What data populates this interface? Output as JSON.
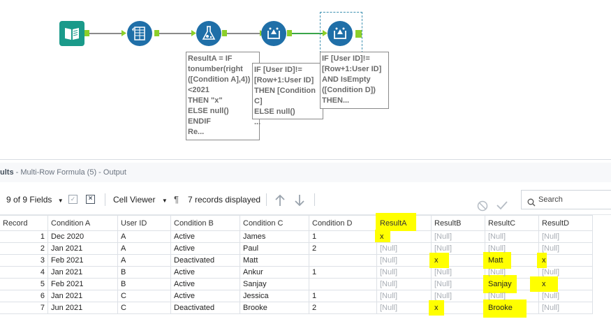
{
  "workflow": {
    "annotations": [
      "ResultA = IF\ntonumber(right\n([Condition A],4))\n<2021\nTHEN \"x\"\nELSE null()\nENDIF\nRe...",
      "IF [User ID]!=\n[Row+1:User ID]\nTHEN [Condition\nC]\nELSE null()\n...",
      "IF [User ID]!=\n[Row+1:User ID]\nAND IsEmpty\n([Condition D])\nTHEN..."
    ]
  },
  "results": {
    "title_prefix": "ults",
    "title_rest": " - Multi-Row Formula (5) - Output"
  },
  "toolbar": {
    "fields": "9 of 9 Fields",
    "cell_viewer": "Cell Viewer",
    "records": "7 records displayed",
    "search_placeholder": "Search"
  },
  "table": {
    "headers": [
      "Record",
      "Condition A",
      "User ID",
      "Condition B",
      "Condition C",
      "Condition D",
      "ResultA",
      "ResultB",
      "ResultC",
      "ResultD"
    ],
    "rows": [
      [
        "1",
        "Dec 2020",
        "A",
        "Active",
        "James",
        "1",
        "x",
        "[Null]",
        "[Null]",
        "[Null]"
      ],
      [
        "2",
        "Jan 2021",
        "A",
        "Active",
        "Paul",
        "2",
        "[Null]",
        "[Null]",
        "[Null]",
        "[Null]"
      ],
      [
        "3",
        "Feb 2021",
        "A",
        "Deactivated",
        "Matt",
        "",
        "[Null]",
        "x",
        "Matt",
        "x"
      ],
      [
        "4",
        "Jan 2021",
        "B",
        "Active",
        "Ankur",
        "1",
        "[Null]",
        "[Null]",
        "[Null]",
        "[Null]"
      ],
      [
        "5",
        "Feb 2021",
        "B",
        "Active",
        "Sanjay",
        "",
        "[Null]",
        "[Null]",
        "Sanjay",
        "x"
      ],
      [
        "6",
        "Jan 2021",
        "C",
        "Active",
        "Jessica",
        "1",
        "[Null]",
        "[Null]",
        "[Null]",
        "[Null]"
      ],
      [
        "7",
        "Jun 2021",
        "C",
        "Deactivated",
        "Brooke",
        "2",
        "[Null]",
        "x",
        "Brooke",
        "[Null]"
      ]
    ]
  },
  "colors": {
    "highlight": "#ffff00",
    "tool_teal": "#1a9a8a",
    "tool_blue": "#1f6fa8",
    "port_green": "#8ccf2a"
  }
}
